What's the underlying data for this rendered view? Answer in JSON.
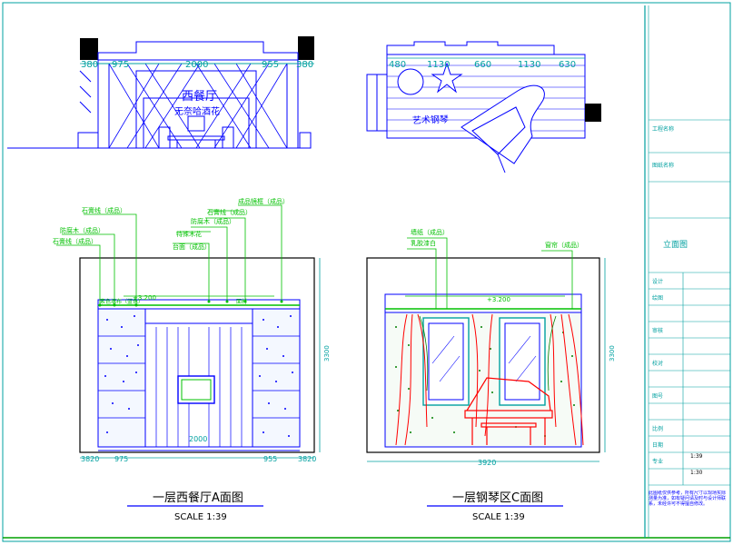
{
  "drawings": {
    "a_elevation": {
      "title": "一层西餐厅A面图",
      "scale": "SCALE 1:39",
      "callouts": [
        "石膏线（成品）",
        "防腐木（成品）",
        "石膏线（成品）",
        "台面（成品）",
        "特殊木花",
        "防腐木（成品）",
        "石膏线（成品）",
        "成品镜框（成品）",
        "素色墙布（蓝色）",
        "面材"
      ],
      "dims_bottom": [
        "3820",
        "975",
        "2000",
        "955",
        "3820"
      ],
      "level": "+3.200",
      "height": "3300"
    },
    "c_elevation": {
      "title": "一层钢琴区C面图",
      "scale": "SCALE 1:39",
      "callouts": [
        "墙纸（成品）",
        "乳胶漆白",
        "窗帘（成品）"
      ],
      "dim_bottom": "3920",
      "level": "+3.200",
      "height": "3300"
    },
    "top_left": {
      "sign_main": "西餐厅",
      "sign_sub": "无奈哈酒花",
      "dims": [
        "380",
        "975",
        "2000",
        "955",
        "380"
      ]
    },
    "top_right": {
      "dims": [
        "480",
        "1130",
        "660",
        "1130",
        "630"
      ],
      "sign": "艺术钢琴"
    }
  },
  "title_block": {
    "rows": [
      "工程名称",
      "图纸名称",
      "立面图",
      "设计",
      "绘图",
      "审核",
      "校对",
      "图号",
      "比例",
      "日期",
      "专业",
      "1:39",
      "1:30"
    ],
    "note": "此图纸仅供参考，所有尺寸以现场实际测量为准，如有疑问请及时与设计师联系，未经许可不得擅自修改。"
  },
  "colors": {
    "frame": "#00a0a0",
    "line": "#0000ff",
    "callout": "#00c000",
    "accent": "#ff0000",
    "dim": "#00a0a0",
    "text": "#000000"
  }
}
